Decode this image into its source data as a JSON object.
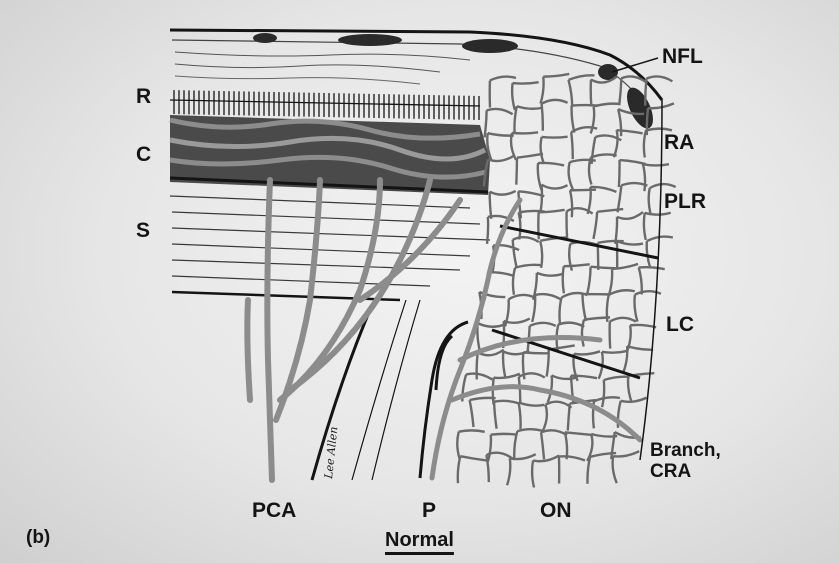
{
  "figure": {
    "panel_tag": "(b)",
    "caption": "Normal",
    "signature": "Lee Allen"
  },
  "labels": {
    "left": {
      "R": "R",
      "C": "C",
      "S": "S"
    },
    "right": {
      "NFL": "NFL",
      "RA": "RA",
      "PLR": "PLR",
      "LC": "LC",
      "branch_line1": "Branch,",
      "branch_line2": "CRA"
    },
    "bottom": {
      "PCA": "PCA",
      "P": "P",
      "ON": "ON"
    }
  },
  "colors": {
    "ink": "#141414",
    "vessel": "#8c8c8c",
    "paper": "#ececec"
  }
}
